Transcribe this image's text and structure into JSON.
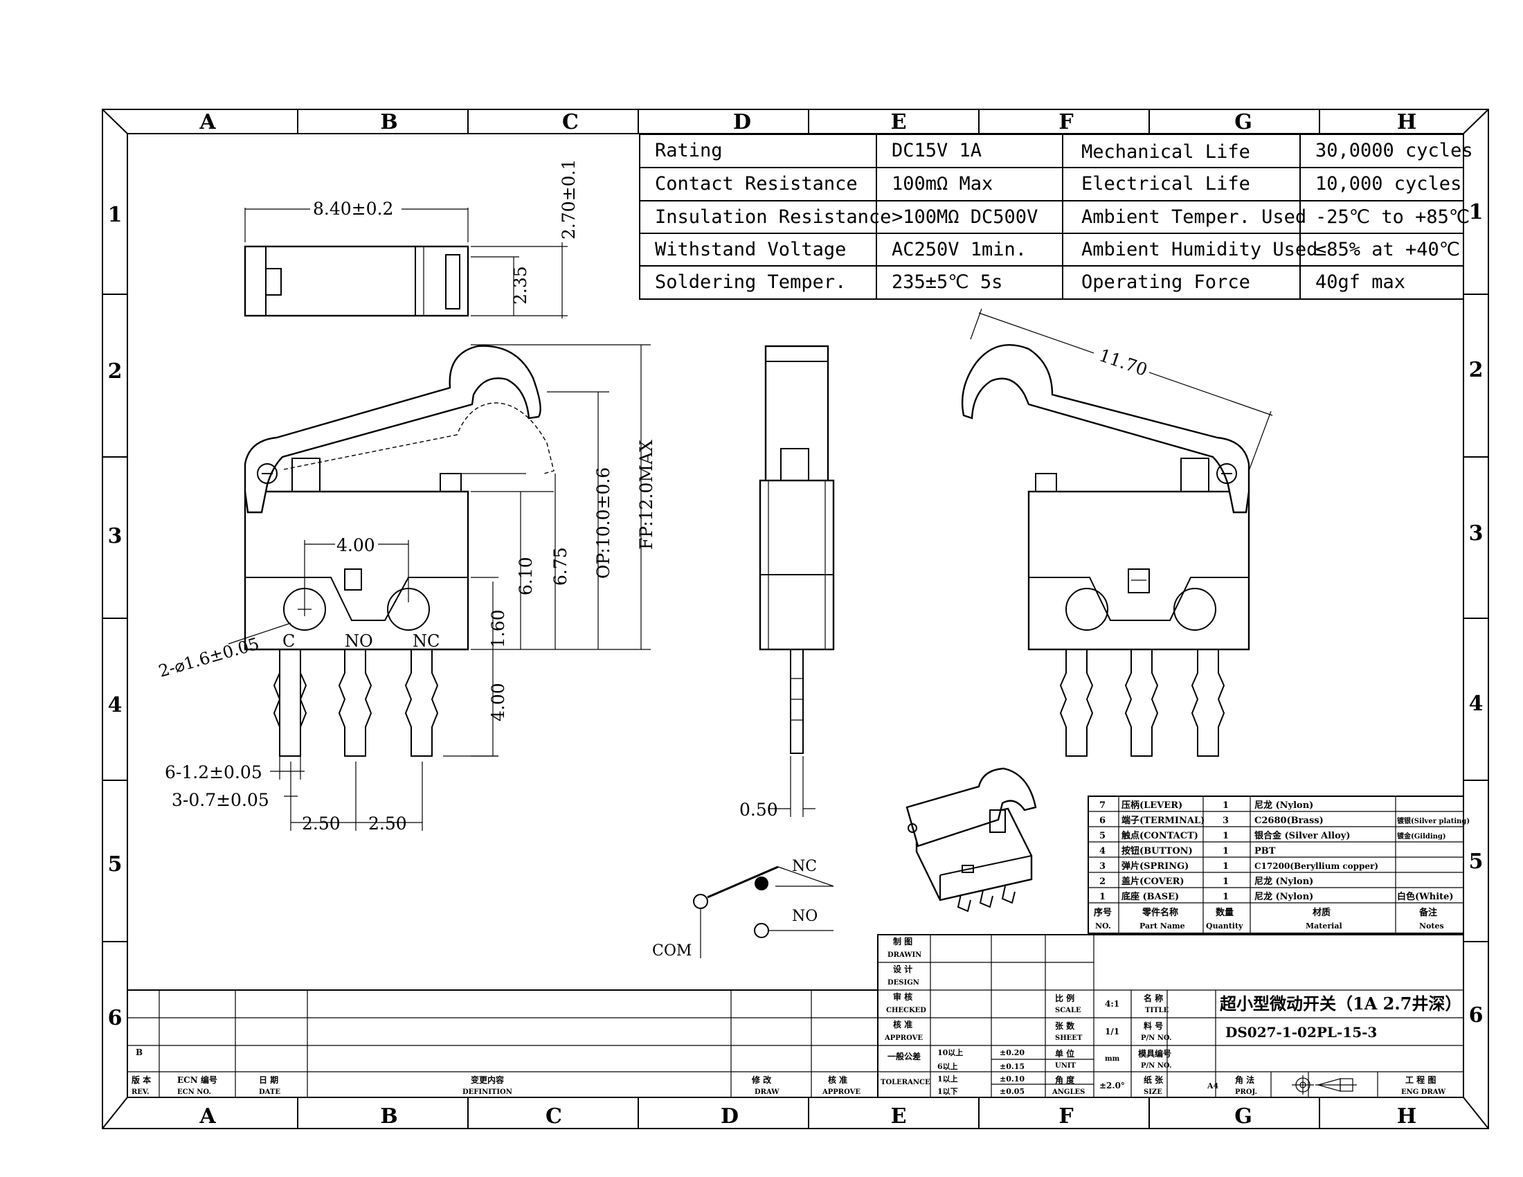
{
  "frame": {
    "cols_top": [
      "A",
      "B",
      "C",
      "D",
      "E",
      "F",
      "G",
      "H"
    ],
    "cols_bottom": [
      "A",
      "B",
      "C",
      "D",
      "E",
      "F",
      "G",
      "H"
    ],
    "rows": [
      "1",
      "2",
      "3",
      "4",
      "5",
      "6"
    ]
  },
  "spec_table": [
    {
      "label": "Rating",
      "value": "DC15V 1A",
      "label2": "Mechanical Life",
      "value2": "30,0000 cycles"
    },
    {
      "label": "Contact Resistance",
      "value": "100mΩ Max",
      "label2": "Electrical Life",
      "value2": "10,000 cycles"
    },
    {
      "label": "Insulation Resistance",
      "value": ">100MΩ DC500V",
      "label2": "Ambient Temper. Used",
      "value2": "-25℃ to +85℃"
    },
    {
      "label": "Withstand Voltage",
      "value": "AC250V 1min.",
      "label2": "Ambient Humidity Used",
      "value2": "≤85% at +40℃"
    },
    {
      "label": "Soldering Temper.",
      "value": "235±5℃ 5s",
      "label2": "Operating Force",
      "value2": "40gf max"
    }
  ],
  "dims": {
    "top_width": "8.40±0.2",
    "top_height": "2.70±0.1",
    "top_body": "2.35",
    "pin_spacing": "4.00",
    "hole": "2-⌀1.6±0.05",
    "h610": "6.10",
    "h675": "6.75",
    "op": "OP:10.0±0.6",
    "fp": "FP:12.0MAX",
    "h160": "1.60",
    "h400": "4.00",
    "pin_w1": "6-1.2±0.05",
    "pin_w2": "3-0.7±0.05",
    "pitch1": "2.50",
    "pitch2": "2.50",
    "side_thk": "0.50",
    "lever_len": "11.70"
  },
  "pins": [
    "C",
    "NO",
    "NC"
  ],
  "schematic": {
    "nc": "NC",
    "no": "NO",
    "com": "COM"
  },
  "bom": {
    "rows": [
      {
        "no": "7",
        "part": "压柄(LEVER)",
        "qty": "1",
        "mat": "尼龙 (Nylon)",
        "note": ""
      },
      {
        "no": "6",
        "part": "端子(TERMINAL)",
        "qty": "3",
        "mat": "C2680(Brass)",
        "note": "镀银(Silver plating)"
      },
      {
        "no": "5",
        "part": "触点(CONTACT)",
        "qty": "1",
        "mat": "银合金 (Silver Alloy)",
        "note": "镀金(Gilding)"
      },
      {
        "no": "4",
        "part": "按钮(BUTTON)",
        "qty": "1",
        "mat": "PBT",
        "note": ""
      },
      {
        "no": "3",
        "part": "弹片(SPRING)",
        "qty": "1",
        "mat": "C17200(Beryllium copper)",
        "note": ""
      },
      {
        "no": "2",
        "part": "盖片(COVER)",
        "qty": "1",
        "mat": "尼龙 (Nylon)",
        "note": ""
      },
      {
        "no": "1",
        "part": "底座 (BASE)",
        "qty": "1",
        "mat": "尼龙 (Nylon)",
        "note": "白色(White)"
      }
    ],
    "header": {
      "no": "序号",
      "no_en": "NO.",
      "part": "零件名称",
      "part_en": "Part Name",
      "qty": "数量",
      "qty_en": "Quantity",
      "mat": "材质",
      "mat_en": "Material",
      "note": "备注",
      "note_en": "Notes"
    }
  },
  "title_block": {
    "drawn": "制 图",
    "drawn_en": "DRAWIN",
    "design": "设 计",
    "design_en": "DESIGN",
    "checked": "审 核",
    "checked_en": "CHECKED",
    "approve": "核 准",
    "approve_en": "APPROVE",
    "tolerance": "一般公差",
    "tolerance_en": "TOLERANCE",
    "tol_rows": [
      {
        "range": "10以上",
        "val": "±0.20"
      },
      {
        "range": "6以上",
        "val": "±0.15"
      },
      {
        "range": "1以上",
        "val": "±0.10"
      },
      {
        "range": "1以下",
        "val": "±0.05"
      }
    ],
    "scale": "比 例",
    "scale_en": "SCALE",
    "scale_val": "4:1",
    "sheet": "张 数",
    "sheet_en": "SHEET",
    "sheet_val": "1/1",
    "unit": "单 位",
    "unit_en": "UNIT",
    "unit_val": "mm",
    "angle": "角 度",
    "angle_en": "ANGLES",
    "angle_val": "±2.0°",
    "title": "名 称",
    "title_en": "TITLE",
    "title_val": "超小型微动开关（1A 2.7井深）",
    "pn": "料 号",
    "pn_en": "P/N NO.",
    "pn_val": "DS027-1-02PL-15-3",
    "mold": "模具编号",
    "mold_en": "P/N NO.",
    "size": "纸 张",
    "size_en": "SIZE",
    "size_val": "A4",
    "proj": "角 法",
    "proj_en": "PROJ.",
    "eng": "工 程 图",
    "eng_en": "ENG DRAW",
    "rev": "版 本",
    "rev_en": "REV.",
    "ecn": "ECN 编号",
    "ecn_en": "ECN NO.",
    "date": "日 期",
    "date_en": "DATE",
    "def": "变更内容",
    "def_en": "DEFINITION",
    "rev_draw": "修 改",
    "rev_draw_en": "DRAW",
    "rev_app": "核 准",
    "rev_app_en": "APPROVE",
    "rev_letter": "B"
  }
}
